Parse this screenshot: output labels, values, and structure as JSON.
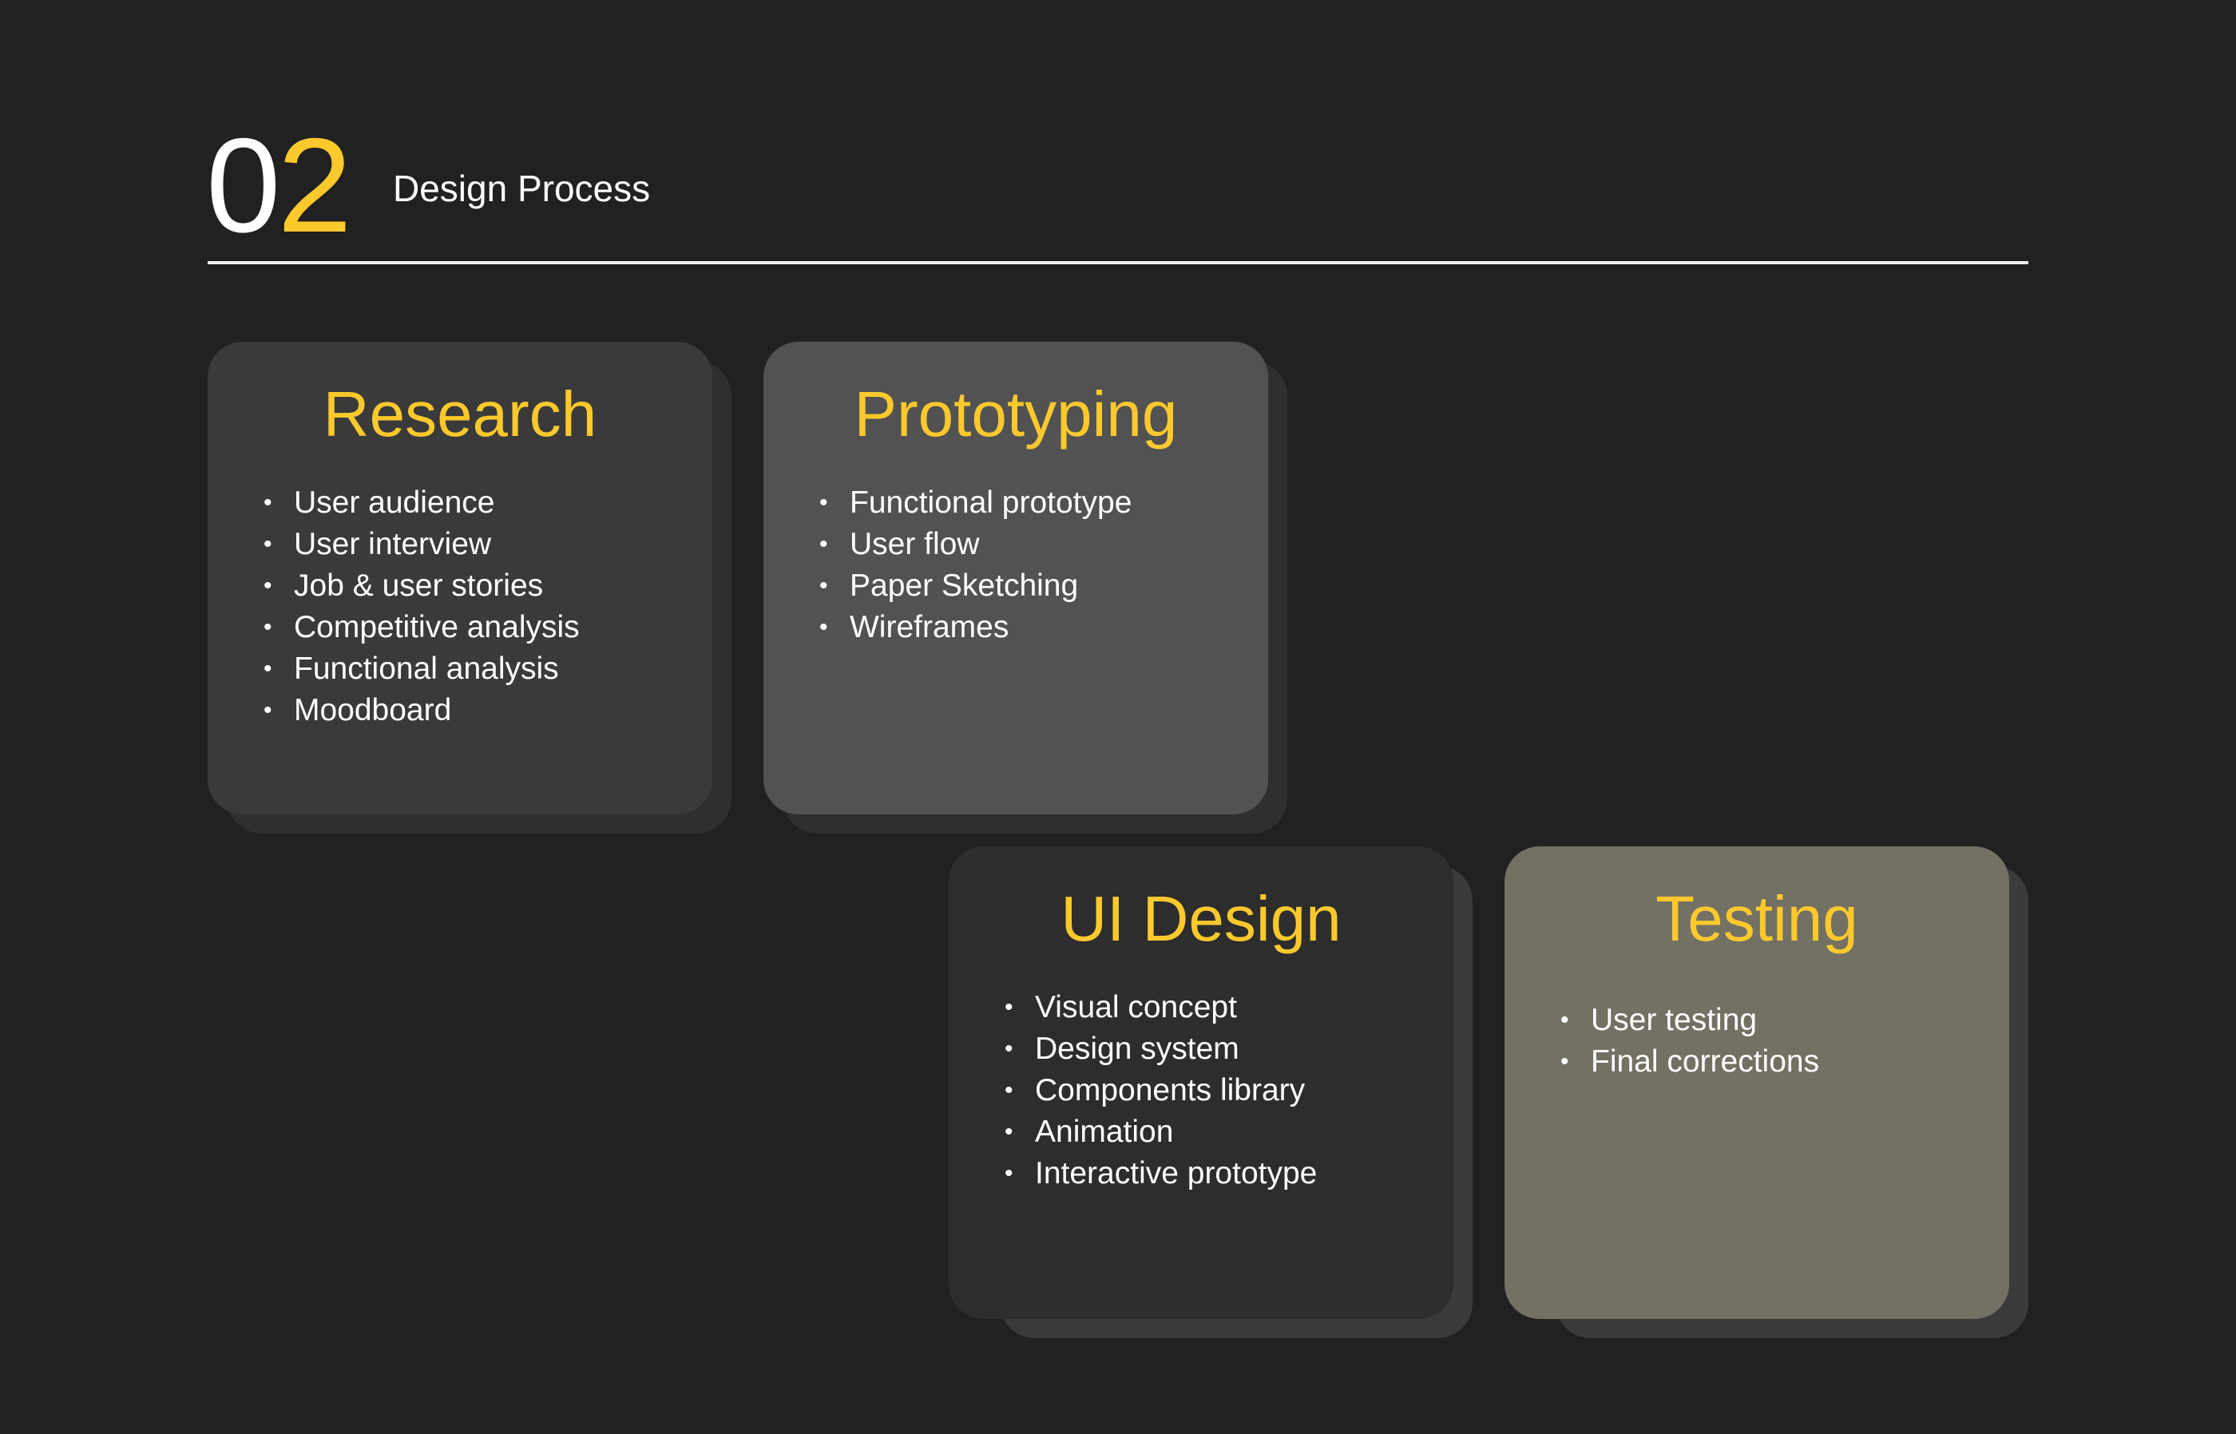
{
  "header": {
    "number_first": "0",
    "number_second": "2",
    "title": "Design Process"
  },
  "cards": [
    {
      "title": "Research",
      "items": [
        "User audience",
        "User interview",
        "Job & user stories",
        "Competitive analysis",
        "Functional analysis",
        "Moodboard"
      ]
    },
    {
      "title": "Prototyping",
      "items": [
        "Functional prototype",
        "User flow",
        "Paper Sketching",
        "Wireframes"
      ]
    },
    {
      "title": "UI Design",
      "items": [
        "Visual concept",
        "Design system",
        "Components library",
        "Animation",
        "Interactive prototype"
      ]
    },
    {
      "title": "Testing",
      "items": [
        "User testing",
        "Final corrections"
      ]
    }
  ],
  "colors": {
    "background": "#212121",
    "accent": "#fcc92d",
    "text": "#ffffff",
    "research_card": "#3a3a3a",
    "prototyping_card": "#525252",
    "ui_design_card": "#2d2d2d",
    "testing_card": "#737064"
  }
}
